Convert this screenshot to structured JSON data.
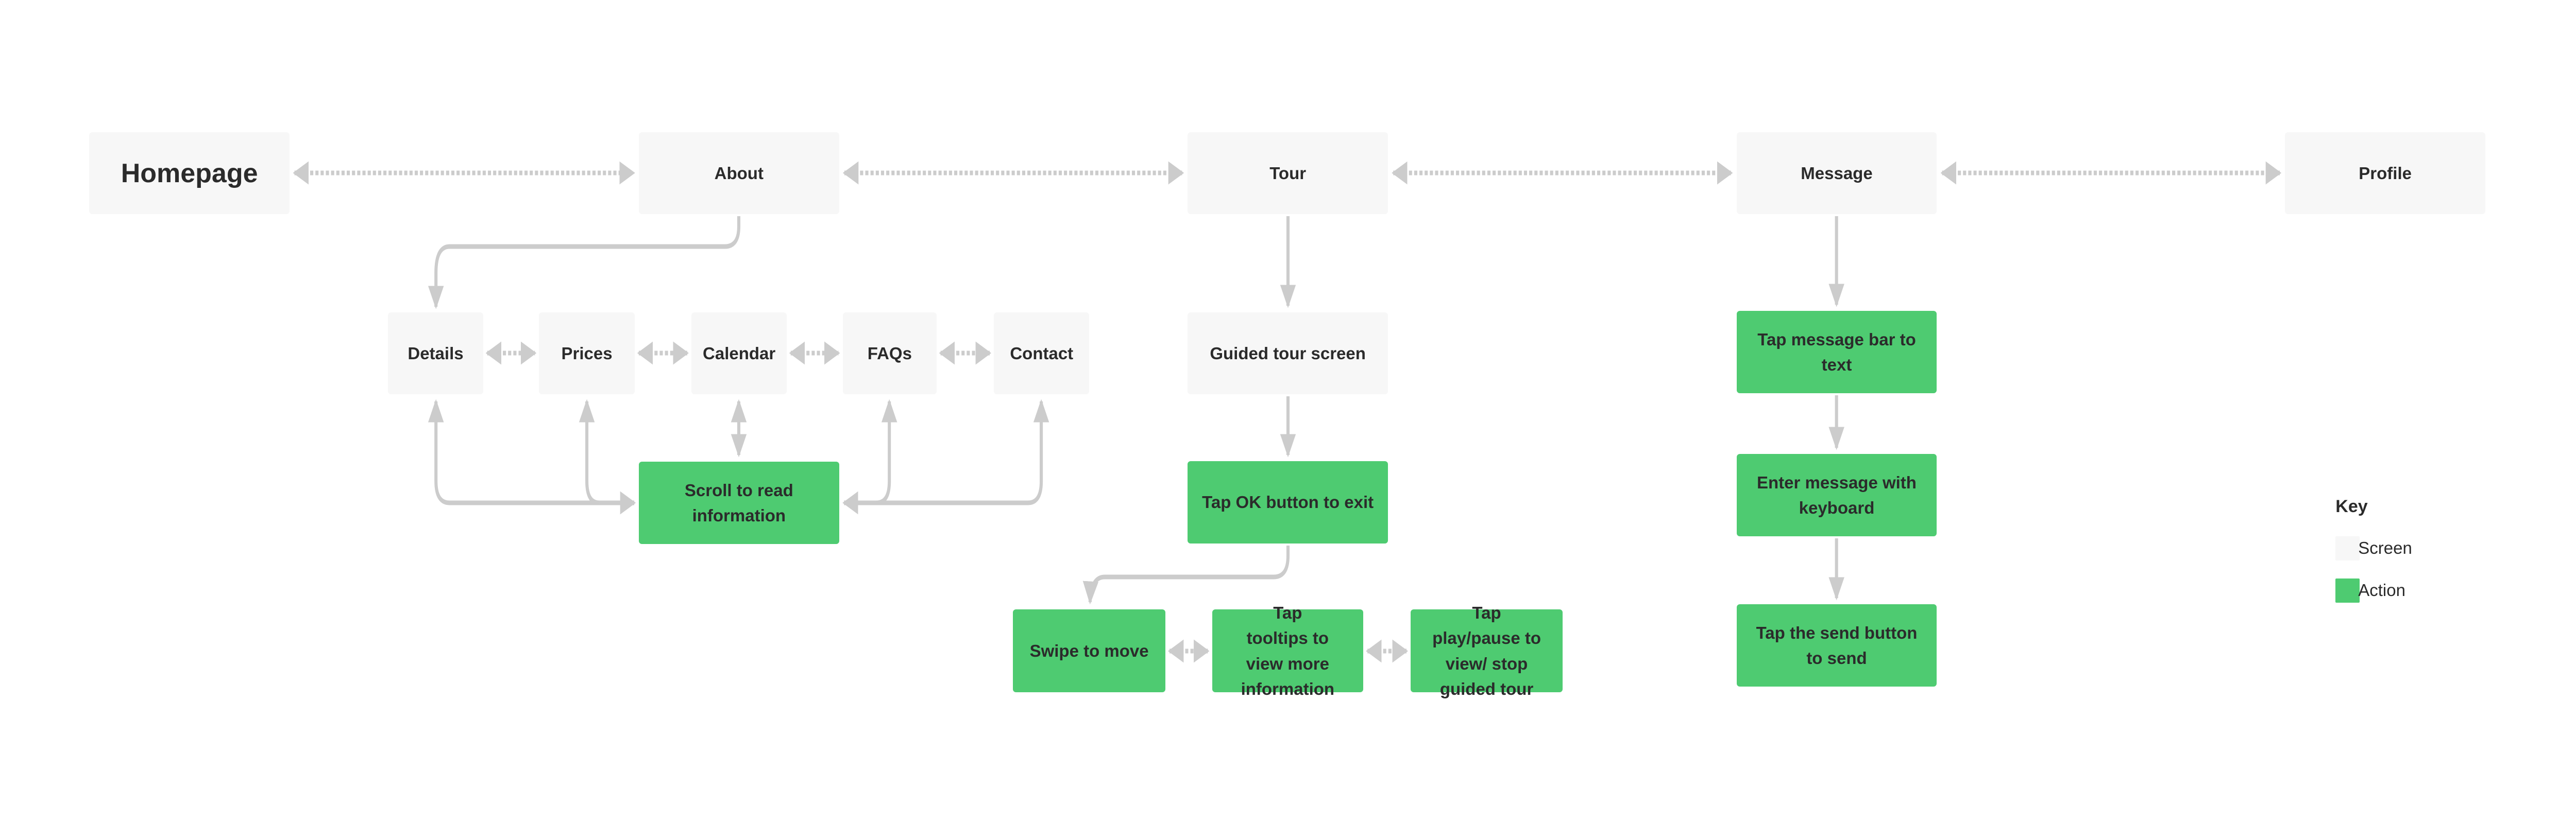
{
  "colors": {
    "screen": "#f7f7f7",
    "action": "#4ecb71",
    "connector": "#cccccc",
    "text": "#2b2b2b"
  },
  "nodes": {
    "homepage": "Homepage",
    "about": "About",
    "tour": "Tour",
    "message": "Message",
    "profile": "Profile",
    "details": "Details",
    "prices": "Prices",
    "calendar": "Calendar",
    "faqs": "FAQs",
    "contact": "Contact",
    "scroll": "Scroll to read information",
    "guided": "Guided tour screen",
    "tap_ok": "Tap OK button to exit",
    "swipe": "Swipe to move",
    "tooltips": "Tap tooltips to view more information",
    "playpause": "Tap play/pause to view/ stop guided tour",
    "tap_bar": "Tap message bar to text",
    "enter_msg": "Enter message with keyboard",
    "send": "Tap the send button to send"
  },
  "key": {
    "title": "Key",
    "screen": "Screen",
    "action": "Action"
  }
}
